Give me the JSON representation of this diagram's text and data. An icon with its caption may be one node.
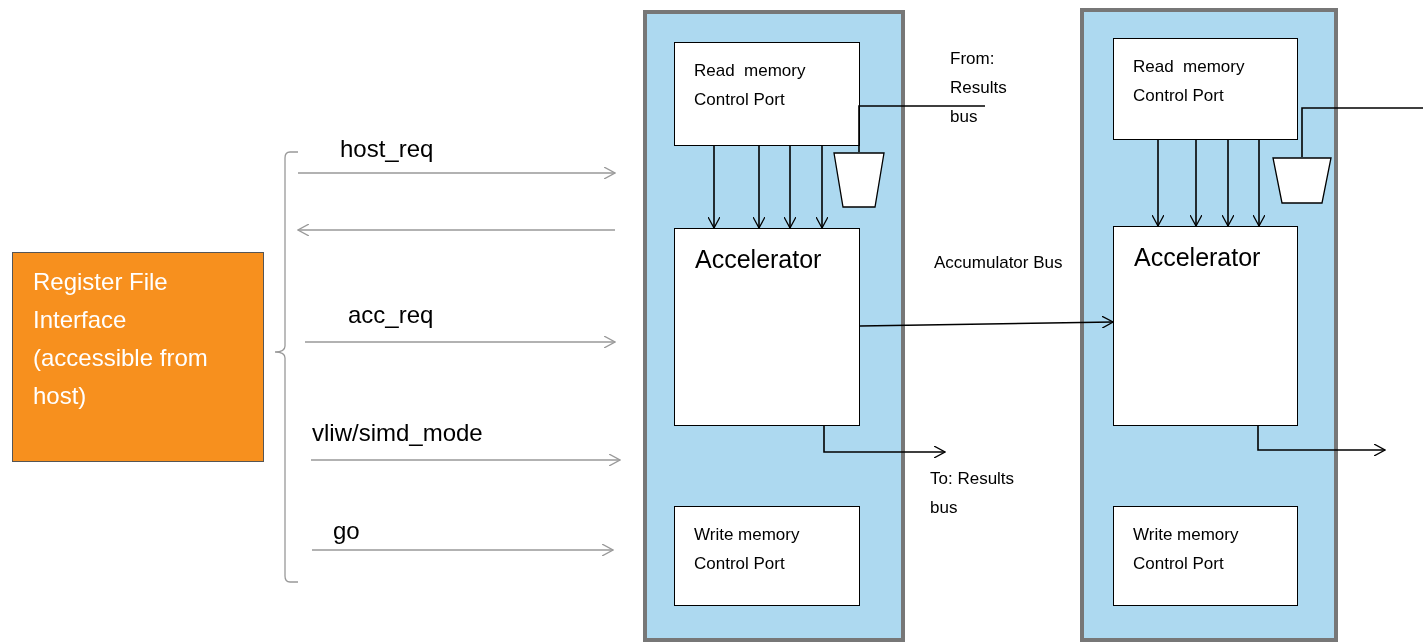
{
  "diagram": {
    "nodes": [
      {
        "text": [
          "Register File Interface (accessible from host)"
        ]
      },
      {
        "text": [],
        "shape": "box"
      },
      {
        "text": [
          "Read  memory Control Port"
        ],
        "in": 1
      },
      {
        "text": [
          "Accelerator"
        ],
        "in": 1
      },
      {
        "text": [
          "Write memory Control Port"
        ],
        "in": 1
      },
      {
        "text": [],
        "shape": "trapezoid",
        "in": 1
      },
      {
        "text": [
          "From: Results bus"
        ]
      },
      {
        "text": [],
        "shape": "box"
      },
      {
        "text": [
          "Read  memory Control Port"
        ],
        "in": 7
      },
      {
        "text": [
          "Accelerator"
        ],
        "in": 7
      },
      {
        "text": [
          "Write memory Control Port"
        ],
        "in": 7
      },
      {
        "text": [],
        "shape": "trapezoid",
        "in": 7
      },
      {
        "text": [
          "To: Results bus"
        ]
      }
    ],
    "edges": [
      {
        "from": 0,
        "to": 1,
        "arrow": "to",
        "label": "host_req",
        "color": "#999999"
      },
      {
        "from": 1,
        "to": 0,
        "arrow": "to",
        "color": "#999999"
      },
      {
        "from": 0,
        "to": 1,
        "arrow": "to",
        "label": "acc_req",
        "color": "#999999"
      },
      {
        "from": 0,
        "to": 1,
        "arrow": "to",
        "label": "vliw/simd_mode",
        "color": "#999999"
      },
      {
        "from": 0,
        "to": 1,
        "arrow": "to",
        "label": "go",
        "color": "#999999"
      },
      {
        "from": 2,
        "to": 3,
        "arrow": "to"
      },
      {
        "from": 2,
        "to": 3,
        "arrow": "to"
      },
      {
        "from": 2,
        "to": 3,
        "arrow": "to"
      },
      {
        "from": 2,
        "to": 3,
        "arrow": "to"
      },
      {
        "from": 6,
        "to": 5,
        "arrow": "none"
      },
      {
        "from": 3,
        "to": 12,
        "arrow": "to"
      },
      {
        "from": 3,
        "to": 9,
        "arrow": "to",
        "label": "Accumulator Bus"
      },
      {
        "from": 8,
        "to": 9,
        "arrow": "to"
      },
      {
        "from": 8,
        "to": 9,
        "arrow": "to"
      },
      {
        "from": 8,
        "to": 9,
        "arrow": "to"
      },
      {
        "from": 8,
        "to": 9,
        "arrow": "to"
      },
      {
        "from": 11,
        "to": null,
        "arrow": "none"
      },
      {
        "from": 9,
        "to": null,
        "arrow": "to"
      }
    ]
  }
}
